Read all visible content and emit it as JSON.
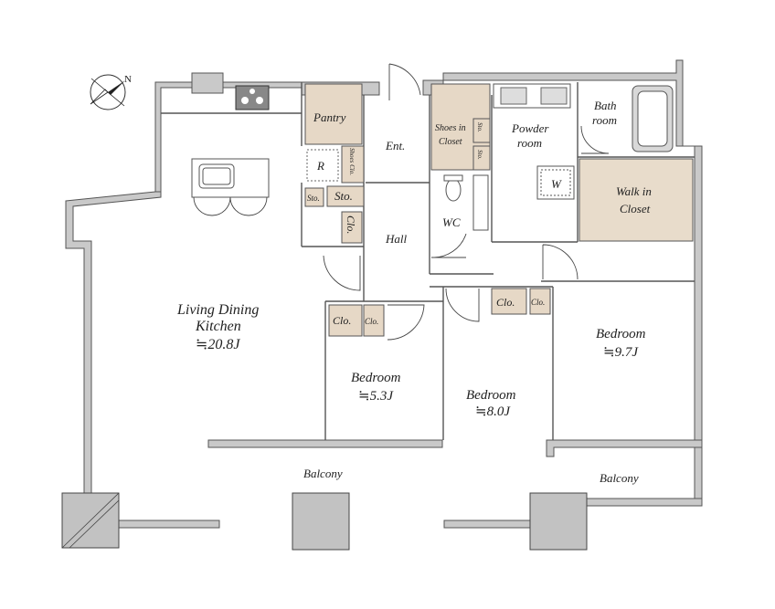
{
  "rooms": {
    "ldk_line1": "Living Dining",
    "ldk_line2": "Kitchen",
    "ldk_area": "≒20.8J",
    "pantry": "Pantry",
    "entrance": "Ent.",
    "hall": "Hall",
    "wc": "WC",
    "powder_line1": "Powder",
    "powder_line2": "room",
    "bath_line1": "Bath",
    "bath_line2": "room",
    "wic_line1": "Walk in",
    "wic_line2": "Closet",
    "shoes_line1": "Shoes in",
    "shoes_line2": "Closet",
    "bedroom1": "Bedroom",
    "bedroom1_area": "≒5.3J",
    "bedroom2": "Bedroom",
    "bedroom2_area": "≒8.0J",
    "bedroom3": "Bedroom",
    "bedroom3_area": "≒9.7J",
    "balcony_left": "Balcony",
    "balcony_right": "Balcony"
  },
  "storage": {
    "refrigerator": "R",
    "shoes_clo": "Shoes Clo.",
    "sto_small": "Sto.",
    "sto": "Sto.",
    "clo_hall": "Clo.",
    "clo_bed1_a": "Clo.",
    "clo_bed1_b": "Clo.",
    "clo_bed2_a": "Clo.",
    "clo_bed2_b": "Clo.",
    "sto_shoes_a": "Sto.",
    "sto_shoes_b": "Sto.",
    "washer": "W"
  },
  "compass": {
    "north": "N"
  },
  "colors": {
    "wall": "#c9c9c9",
    "closet": "#e6d8c6",
    "background": "#ffffff"
  }
}
